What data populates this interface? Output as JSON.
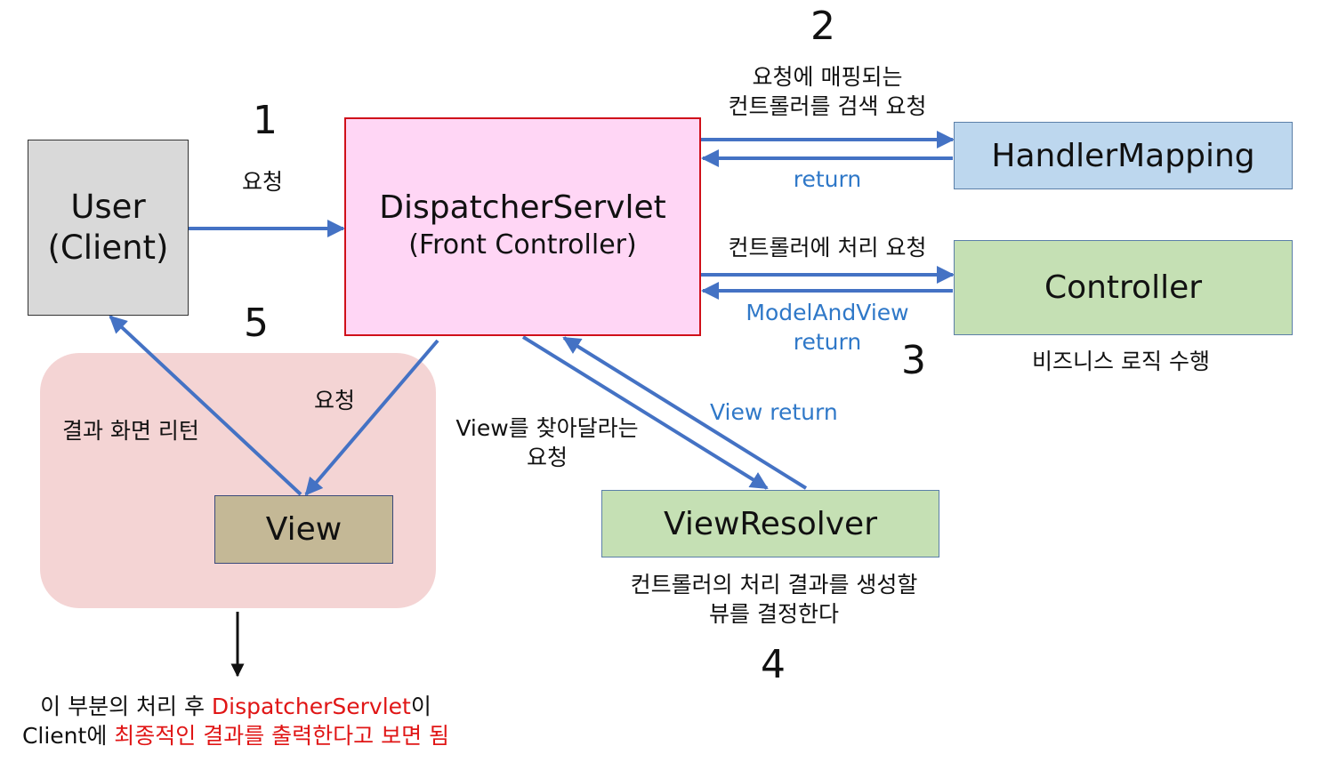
{
  "nodes": {
    "user": {
      "line1": "User",
      "line2": "(Client)"
    },
    "dispatcher": {
      "line1": "DispatcherServlet",
      "line2": "(Front Controller)"
    },
    "handler_mapping": {
      "label": "HandlerMapping"
    },
    "controller": {
      "label": "Controller"
    },
    "view_resolver": {
      "label": "ViewResolver"
    },
    "view": {
      "label": "View"
    }
  },
  "steps": [
    "1",
    "2",
    "3",
    "4",
    "5"
  ],
  "labels": {
    "request_user": "요청",
    "hm_request_line1": "요청에 매핑되는",
    "hm_request_line2": "컨트롤러를 검색 요청",
    "hm_return": "return",
    "ctrl_request": "컨트롤러에 처리 요청",
    "ctrl_return_line1": "ModelAndView",
    "ctrl_return_line2": "return",
    "business_logic": "비즈니스 로직 수행",
    "view_find_line1": "View를 찾아달라는",
    "view_find_line2": "요청",
    "view_return": "View return",
    "vr_desc_line1": "컨트롤러의 처리 결과를 생성할",
    "vr_desc_line2": "뷰를 결정한다",
    "view_request": "요청",
    "result_return": "결과 화면 리턴"
  },
  "footnote": {
    "line1_black_a": "이 부분의 처리 후 ",
    "line1_red": "DispatcherServlet",
    "line1_black_b": "이",
    "line2_black": "Client에 ",
    "line2_red": "최종적인 결과를 출력한다고 보면 됨"
  },
  "colors": {
    "arrow": "#4472c4",
    "blue_text": "#2f78c8",
    "red_text": "#e01616",
    "user_fill": "#d9d9d9",
    "dispatcher_fill": "#ffd6f5",
    "dispatcher_border": "#d0101a",
    "handler_fill": "#bdd7ee",
    "controller_fill": "#c5e0b4",
    "resolver_fill": "#c5e0b4",
    "view_fill": "#c4b896",
    "region_fill": "#f4d4d4"
  }
}
